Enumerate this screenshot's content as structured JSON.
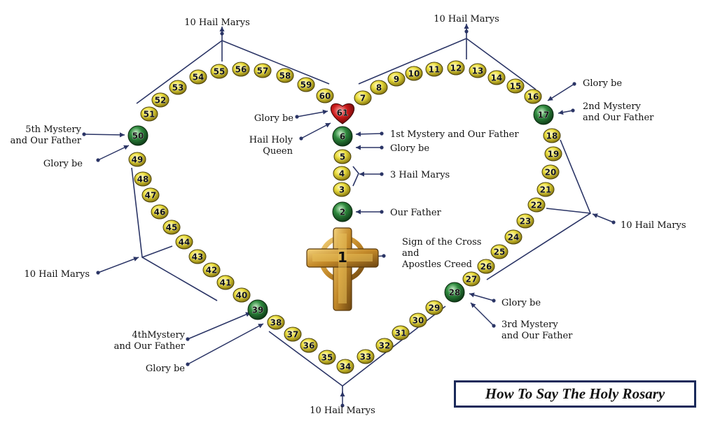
{
  "title": "How To Say The Holy Rosary",
  "colors": {
    "bead_yellow": "#e9dc3c",
    "bead_green": "#2f8a3e",
    "bead_heart": "#cc1b1b",
    "crucifix_gold": "#c48a2a",
    "line": "#2b3566",
    "text": "#111111"
  },
  "crucifix": {
    "label": "1"
  },
  "beads": [
    {
      "n": "2",
      "kind": "green"
    },
    {
      "n": "3",
      "kind": "yellow"
    },
    {
      "n": "4",
      "kind": "yellow"
    },
    {
      "n": "5",
      "kind": "yellow"
    },
    {
      "n": "6",
      "kind": "green"
    },
    {
      "n": "7",
      "kind": "yellow"
    },
    {
      "n": "8",
      "kind": "yellow"
    },
    {
      "n": "9",
      "kind": "yellow"
    },
    {
      "n": "10",
      "kind": "yellow"
    },
    {
      "n": "11",
      "kind": "yellow"
    },
    {
      "n": "12",
      "kind": "yellow"
    },
    {
      "n": "13",
      "kind": "yellow"
    },
    {
      "n": "14",
      "kind": "yellow"
    },
    {
      "n": "15",
      "kind": "yellow"
    },
    {
      "n": "16",
      "kind": "yellow"
    },
    {
      "n": "17",
      "kind": "green"
    },
    {
      "n": "18",
      "kind": "yellow"
    },
    {
      "n": "19",
      "kind": "yellow"
    },
    {
      "n": "20",
      "kind": "yellow"
    },
    {
      "n": "21",
      "kind": "yellow"
    },
    {
      "n": "22",
      "kind": "yellow"
    },
    {
      "n": "23",
      "kind": "yellow"
    },
    {
      "n": "24",
      "kind": "yellow"
    },
    {
      "n": "25",
      "kind": "yellow"
    },
    {
      "n": "26",
      "kind": "yellow"
    },
    {
      "n": "27",
      "kind": "yellow"
    },
    {
      "n": "28",
      "kind": "green"
    },
    {
      "n": "29",
      "kind": "yellow"
    },
    {
      "n": "30",
      "kind": "yellow"
    },
    {
      "n": "31",
      "kind": "yellow"
    },
    {
      "n": "32",
      "kind": "yellow"
    },
    {
      "n": "33",
      "kind": "yellow"
    },
    {
      "n": "34",
      "kind": "yellow"
    },
    {
      "n": "35",
      "kind": "yellow"
    },
    {
      "n": "36",
      "kind": "yellow"
    },
    {
      "n": "37",
      "kind": "yellow"
    },
    {
      "n": "38",
      "kind": "yellow"
    },
    {
      "n": "39",
      "kind": "green"
    },
    {
      "n": "40",
      "kind": "yellow"
    },
    {
      "n": "41",
      "kind": "yellow"
    },
    {
      "n": "42",
      "kind": "yellow"
    },
    {
      "n": "43",
      "kind": "yellow"
    },
    {
      "n": "44",
      "kind": "yellow"
    },
    {
      "n": "45",
      "kind": "yellow"
    },
    {
      "n": "46",
      "kind": "yellow"
    },
    {
      "n": "47",
      "kind": "yellow"
    },
    {
      "n": "48",
      "kind": "yellow"
    },
    {
      "n": "49",
      "kind": "yellow"
    },
    {
      "n": "50",
      "kind": "green"
    },
    {
      "n": "51",
      "kind": "yellow"
    },
    {
      "n": "52",
      "kind": "yellow"
    },
    {
      "n": "53",
      "kind": "yellow"
    },
    {
      "n": "54",
      "kind": "yellow"
    },
    {
      "n": "55",
      "kind": "yellow"
    },
    {
      "n": "56",
      "kind": "yellow"
    },
    {
      "n": "57",
      "kind": "yellow"
    },
    {
      "n": "58",
      "kind": "yellow"
    },
    {
      "n": "59",
      "kind": "yellow"
    },
    {
      "n": "60",
      "kind": "yellow"
    },
    {
      "n": "61",
      "kind": "heart"
    }
  ],
  "labels": [
    {
      "id": "top-left-decade",
      "lines": [
        "10 Hail Marys"
      ]
    },
    {
      "id": "top-right-decade",
      "lines": [
        "10 Hail Marys"
      ]
    },
    {
      "id": "glory-be-61",
      "lines": [
        "Glory be"
      ]
    },
    {
      "id": "hail-holy-queen",
      "lines": [
        "Hail Holy",
        "Queen"
      ]
    },
    {
      "id": "first-mystery",
      "lines": [
        "1st Mystery and Our Father"
      ]
    },
    {
      "id": "glory-be-5",
      "lines": [
        "Glory be"
      ]
    },
    {
      "id": "three-hail-marys",
      "lines": [
        "3 Hail Marys"
      ]
    },
    {
      "id": "our-father-2",
      "lines": [
        "Our Father"
      ]
    },
    {
      "id": "sign-of-cross",
      "lines": [
        "Sign of the Cross",
        "and",
        "Apostles Creed"
      ]
    },
    {
      "id": "glory-be-16",
      "lines": [
        "Glory be"
      ]
    },
    {
      "id": "second-mystery",
      "lines": [
        "2nd Mystery",
        "and Our Father"
      ]
    },
    {
      "id": "right-decade",
      "lines": [
        "10 Hail Marys"
      ]
    },
    {
      "id": "glory-be-27",
      "lines": [
        "Glory be"
      ]
    },
    {
      "id": "third-mystery",
      "lines": [
        "3rd Mystery",
        "and Our Father"
      ]
    },
    {
      "id": "bottom-decade",
      "lines": [
        "10 Hail Marys"
      ]
    },
    {
      "id": "fourth-mystery",
      "lines": [
        "4thMystery",
        "and Our Father"
      ]
    },
    {
      "id": "glory-be-38",
      "lines": [
        "Glory be"
      ]
    },
    {
      "id": "left-decade",
      "lines": [
        "10 Hail Marys"
      ]
    },
    {
      "id": "glory-be-49",
      "lines": [
        "Glory be"
      ]
    },
    {
      "id": "fifth-mystery",
      "lines": [
        "5th Mystery",
        "and Our Father"
      ]
    }
  ]
}
